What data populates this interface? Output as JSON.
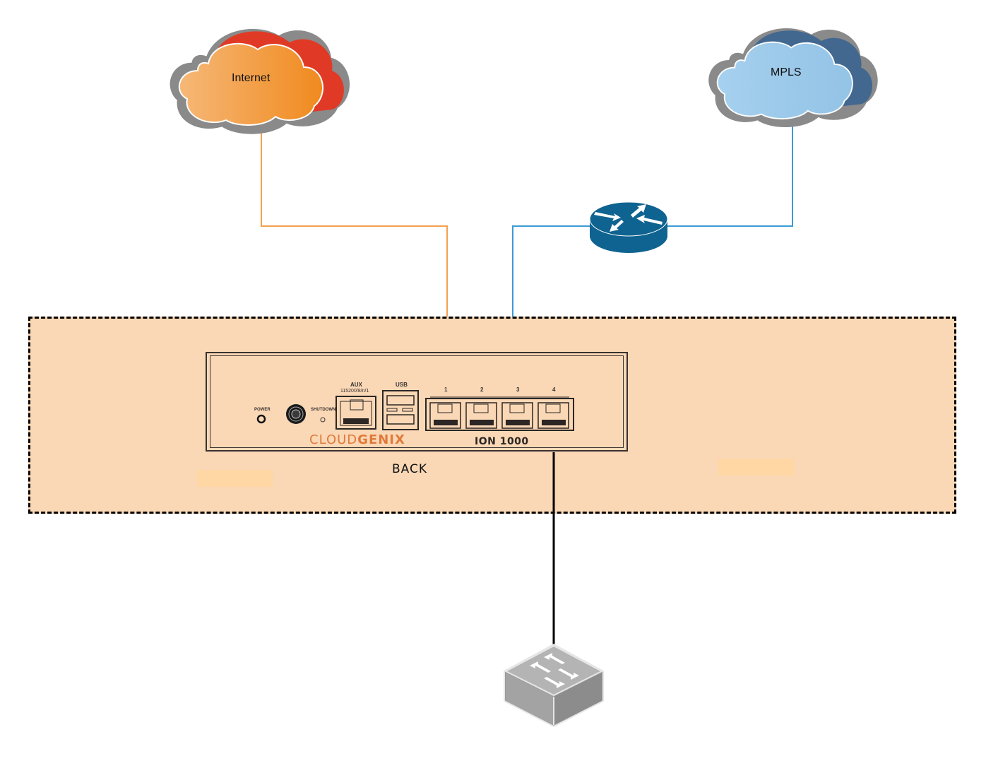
{
  "diagram": {
    "clouds": [
      {
        "id": "internet",
        "label": "Internet",
        "front_color": "#f29a3e",
        "back_color": "#e03a26"
      },
      {
        "id": "mpls",
        "label": "MPLS",
        "front_color": "#9fcbea",
        "back_color": "#426890"
      }
    ],
    "router": {
      "icon": "router-icon",
      "color": "#0f6391"
    },
    "switch": {
      "icon": "switch-icon",
      "color": "#9a9a9a"
    },
    "links": [
      {
        "from": "internet",
        "to": "ion-1000",
        "color": "#f5a04f"
      },
      {
        "from": "mpls",
        "to": "router",
        "color": "#3b9bd6"
      },
      {
        "from": "router",
        "to": "ion-1000",
        "color": "#3b9bd6"
      },
      {
        "from": "ion-1000",
        "to": "switch",
        "color": "#000000"
      }
    ],
    "site": {
      "background": "#fad8b6",
      "view_label": "BACK"
    },
    "device": {
      "brand_light": "CLOUD",
      "brand_bold": "GENIX",
      "model": "ION 1000",
      "power_label": "POWER",
      "shutdown_label": "SHUTDOWN",
      "aux_label": "AUX",
      "aux_settings": "115200/8/n/1",
      "usb_label": "USB",
      "ports": [
        "1",
        "2",
        "3",
        "4"
      ]
    }
  }
}
